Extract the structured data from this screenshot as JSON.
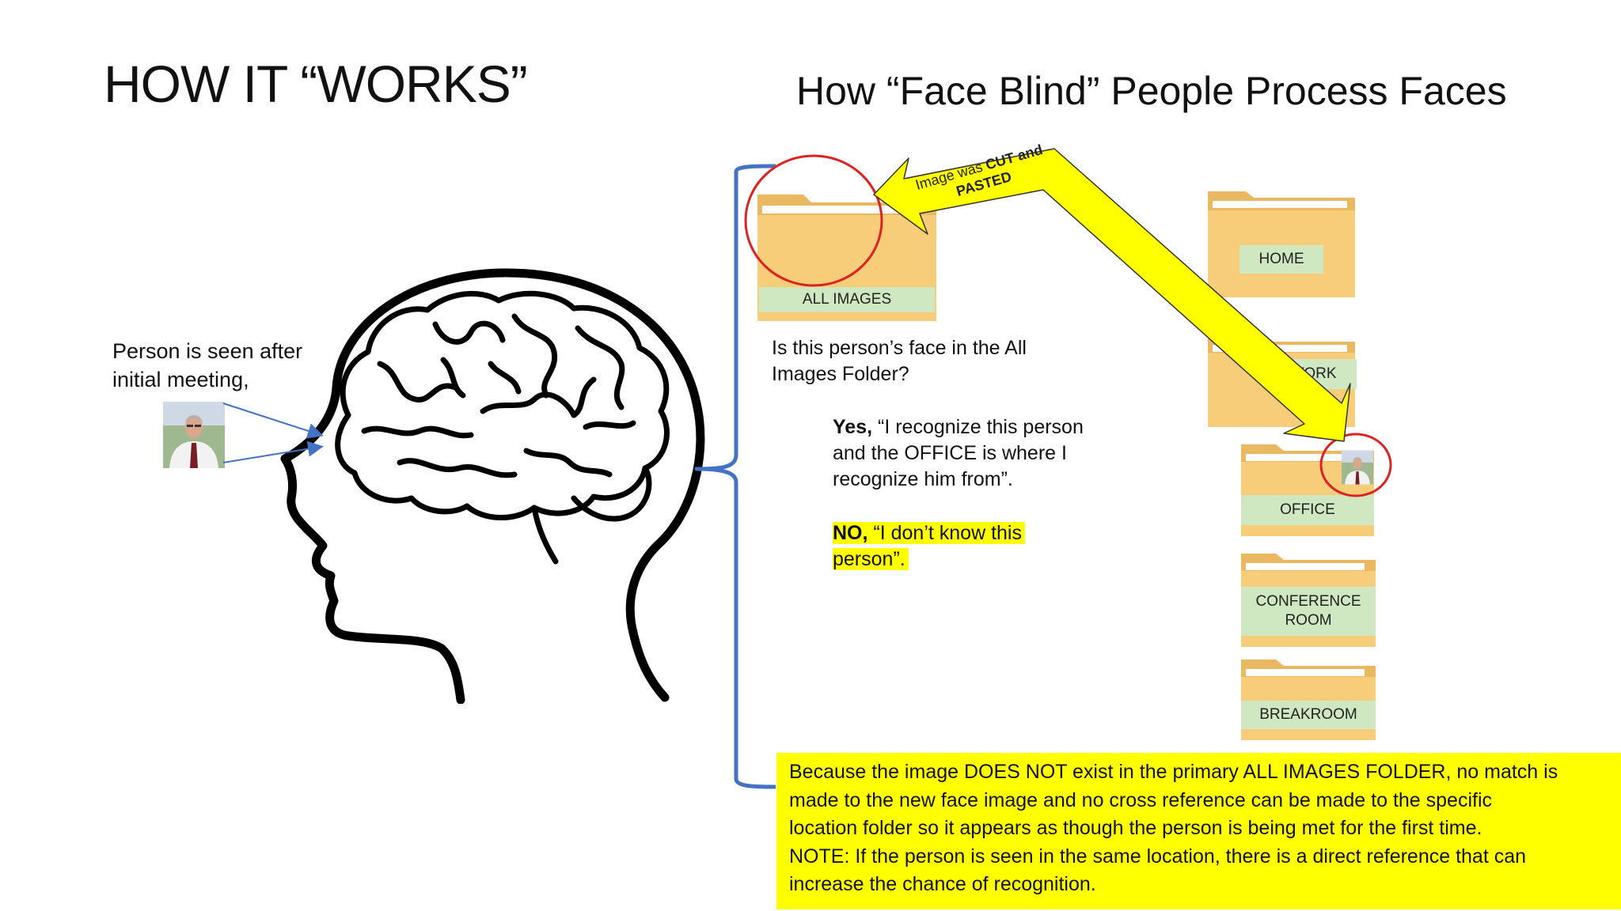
{
  "titles": {
    "main": "HOW IT “WORKS”",
    "sub": "How “Face Blind” People Process Faces"
  },
  "person": {
    "line1": "Person is seen after",
    "line2": "initial meeting,"
  },
  "question": {
    "line1": "Is this person’s face in the All",
    "line2": "Images Folder?"
  },
  "answers": {
    "yes_bold": "Yes,",
    "yes_line1": " “I recognize this person",
    "yes_line2": "and the OFFICE is where I",
    "yes_line3": "recognize him from”.",
    "no_bold": "NO,",
    "no_line1": " “I don’t know this",
    "no_line2": "person”."
  },
  "arrow": {
    "label_plain": "Image was ",
    "label_bold1": "CUT and",
    "label_bold2": "PASTED"
  },
  "folders": {
    "all_images": "ALL IMAGES",
    "home": "HOME",
    "work": "WORK",
    "office": "OFFICE",
    "conference_line1": "CONFERENCE",
    "conference_line2": "ROOM",
    "breakroom": "BREAKROOM"
  },
  "note": {
    "line1": "Because the image DOES NOT exist in the primary ALL IMAGES FOLDER, no match is",
    "line2": "made to the new face image and no cross reference can be made to the specific",
    "line3": "location folder so it appears as though the person is being met for the first time.",
    "line4": "NOTE: If the person is seen in the same location, there is a direct reference that can",
    "line5": "increase the chance of recognition."
  },
  "colors": {
    "highlight": "#ffff00",
    "folder": "#f7cd7a",
    "folder_label": "#cfe8c1",
    "circle": "#dd2222",
    "bracket": "#4472c4",
    "arrow_fill": "#ffff00"
  }
}
